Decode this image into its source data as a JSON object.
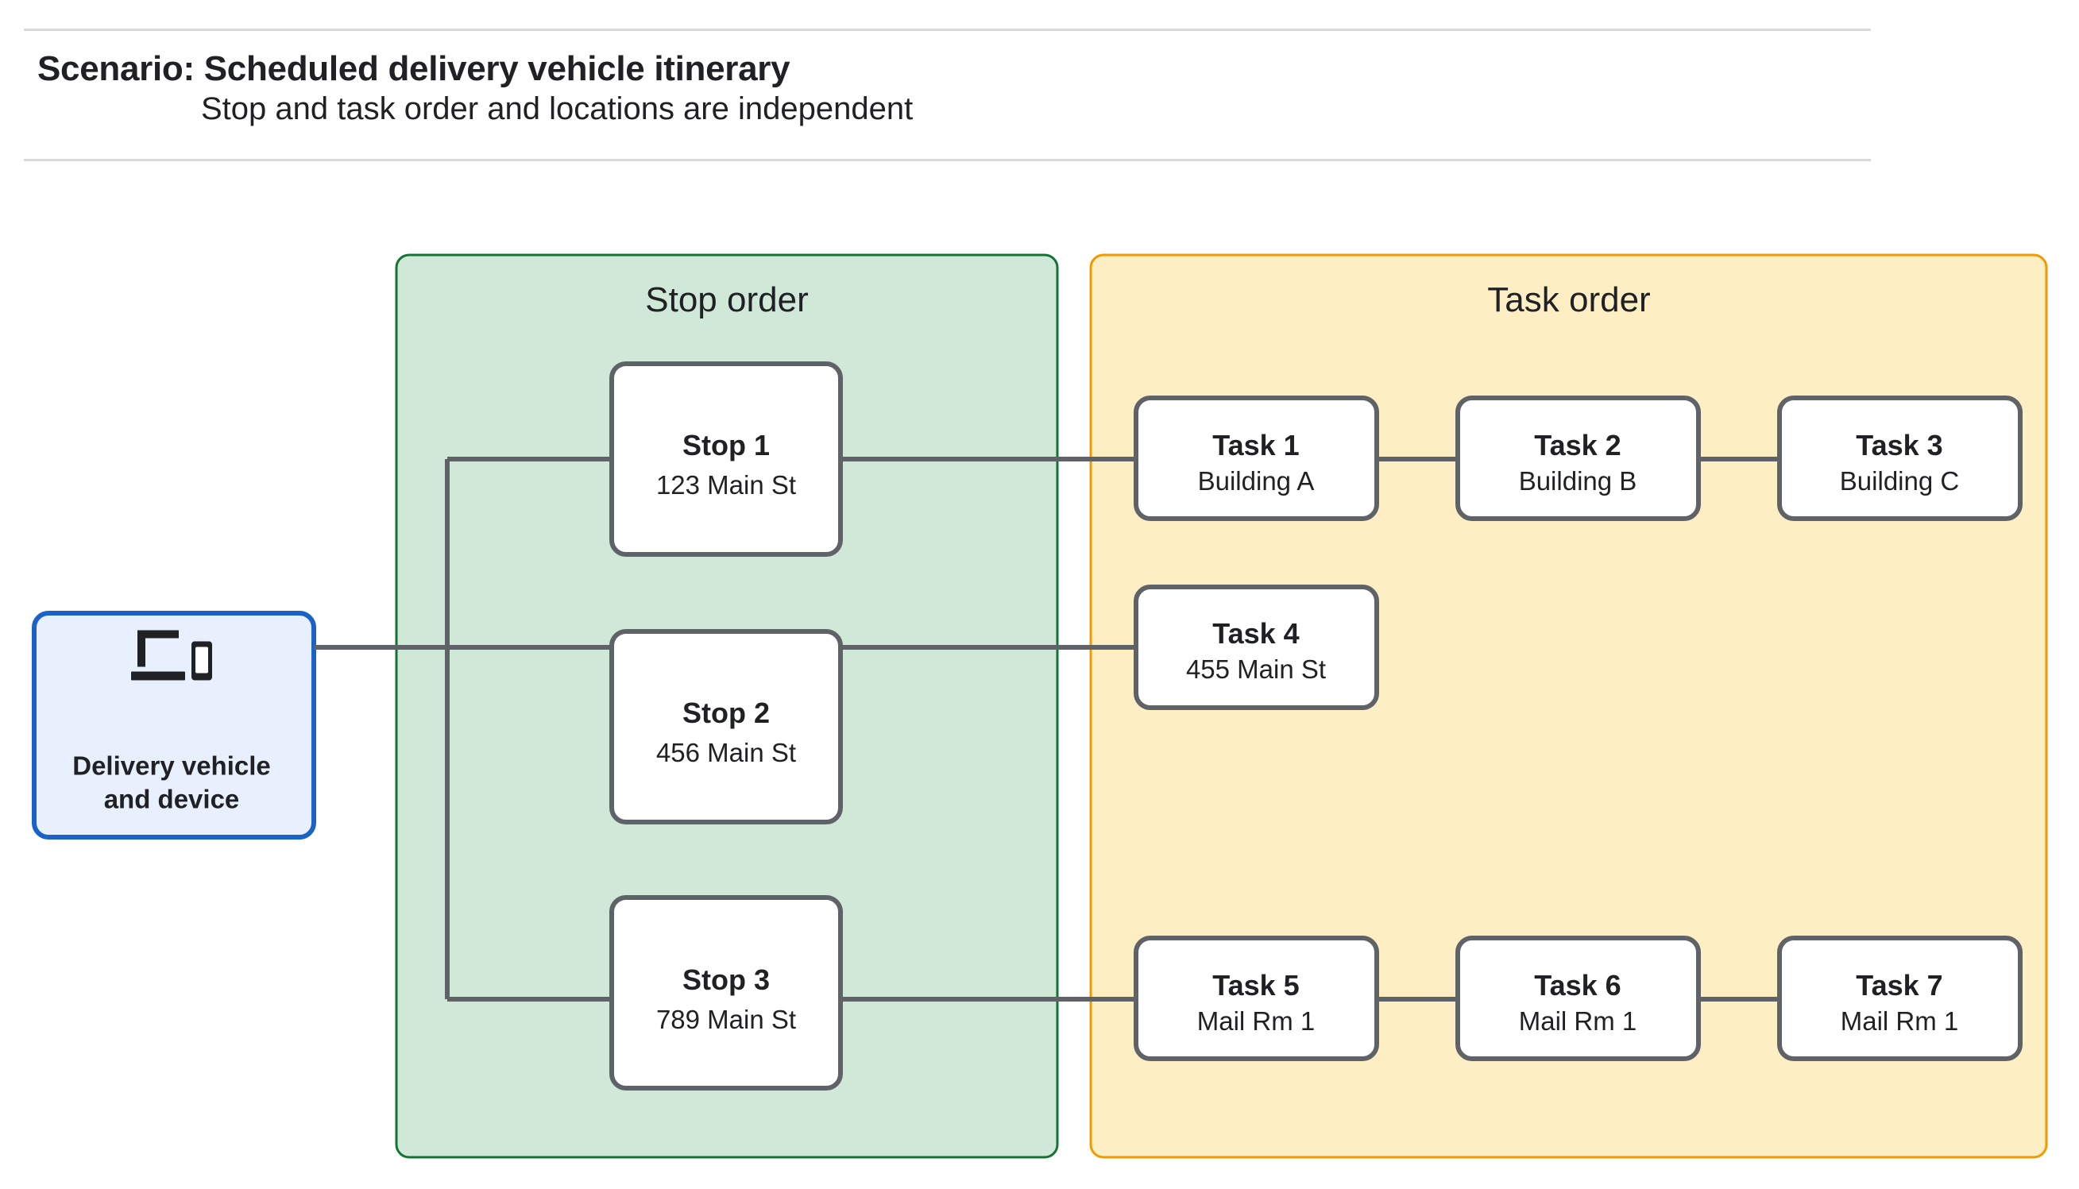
{
  "header": {
    "title": "Scenario: Scheduled delivery vehicle itinerary",
    "subtitle": "Stop and task order and locations are independent"
  },
  "device": {
    "label": "Delivery vehicle\nand device",
    "icon": "devices-icon",
    "fill": "#e8f0fe",
    "border": "#1a62c8"
  },
  "panels": [
    {
      "id": "stop-order",
      "title": "Stop order",
      "fill": "#cfe8d7",
      "border": "#137333"
    },
    {
      "id": "task-order",
      "title": "Task order",
      "fill": "#fdeec3",
      "border": "#f29900"
    }
  ],
  "stops": [
    {
      "title": "Stop 1",
      "address": "123 Main St"
    },
    {
      "title": "Stop 2",
      "address": "456 Main St"
    },
    {
      "title": "Stop 3",
      "address": "789 Main St"
    }
  ],
  "task_rows": [
    [
      {
        "title": "Task 1",
        "location": "Building A"
      },
      {
        "title": "Task 2",
        "location": "Building B"
      },
      {
        "title": "Task 3",
        "location": "Building C"
      }
    ],
    [
      {
        "title": "Task 4",
        "location": "455 Main St"
      }
    ],
    [
      {
        "title": "Task 5",
        "location": "Mail Rm 1"
      },
      {
        "title": "Task 6",
        "location": "Mail Rm 1"
      },
      {
        "title": "Task 7",
        "location": "Mail Rm 1"
      }
    ]
  ],
  "colors": {
    "connector": "#5f6368",
    "node_border": "#5f6368",
    "node_fill": "#ffffff",
    "divider": "#d9d9d9",
    "text": "#202124"
  }
}
